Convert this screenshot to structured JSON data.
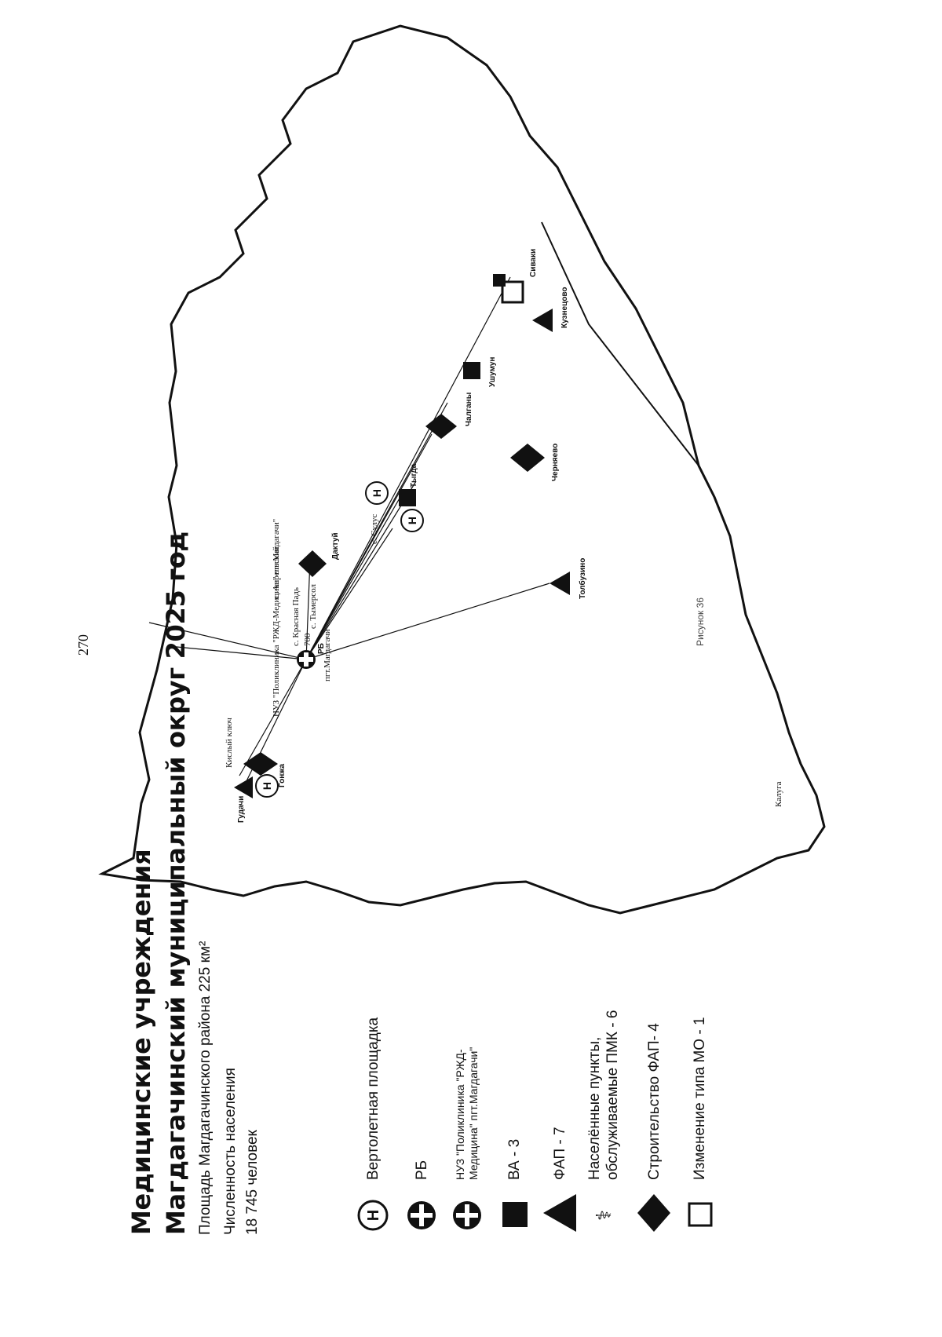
{
  "page_number": "270",
  "title_line1": "Медицинские учреждения",
  "title_line2": "Магдагачинский муниципальный округ 2025 год",
  "area_text": "Площадь Магдагачинского района 225 км²",
  "population_label": "Численность населения",
  "population_value": "18 745 человек",
  "legend": {
    "helipad": "Вертолетная площадка",
    "rb": "РБ",
    "nuz": "НУЗ \"Поликлиника \"РЖД-Медицина\" пгт.Магдагачи\"",
    "va": "ВА - 3",
    "fap": "ФАП - 7",
    "pmk": "Населённые пункты, обслуживаемые ПМК - 6",
    "fap_build": "Строительство ФАП- 4",
    "mo_change": "Изменение типа МО - 1"
  },
  "icons": {
    "helipad": "helipad-icon",
    "rb": "hospital-cross-icon",
    "nuz": "polyclinic-icon",
    "va": "square-filled-icon",
    "fap": "triangle-filled-icon",
    "pmk": "mobile-unit-icon",
    "fap_build": "diamond-filled-icon",
    "mo_change": "square-outline-icon"
  },
  "map_labels": {
    "gudachi": "Гудачи",
    "gonzha": "Гонжа",
    "kislyy_klyuch": "Кислый ключ",
    "magdagachi": "пгт.Магдагачи",
    "rb": "РБ",
    "nuz": "НУЗ \"Поликлиника \"РЖД-Медицина\" пгт.Магдагачи\"",
    "krasnaya_pad": "с. Красная Падь",
    "tymersol": "с. Тымерсол",
    "aprelskiy": "с. Апрельский",
    "daktuy": "Дактуй",
    "sulus": "с. Сулус",
    "tygda": "Тыгда",
    "chalgany": "Чалганы",
    "ushumun": "Ушумун",
    "sivaki": "Сиваки",
    "kuznetsovo": "Кузнецово",
    "chernyaevo": "Черняево",
    "tolbuzino": "Толбузино",
    "kaluga": "Калуга",
    "distance_700": "700"
  },
  "caption": "Рисунок 36",
  "colors": {
    "ink": "#111111",
    "paper": "#ffffff"
  }
}
